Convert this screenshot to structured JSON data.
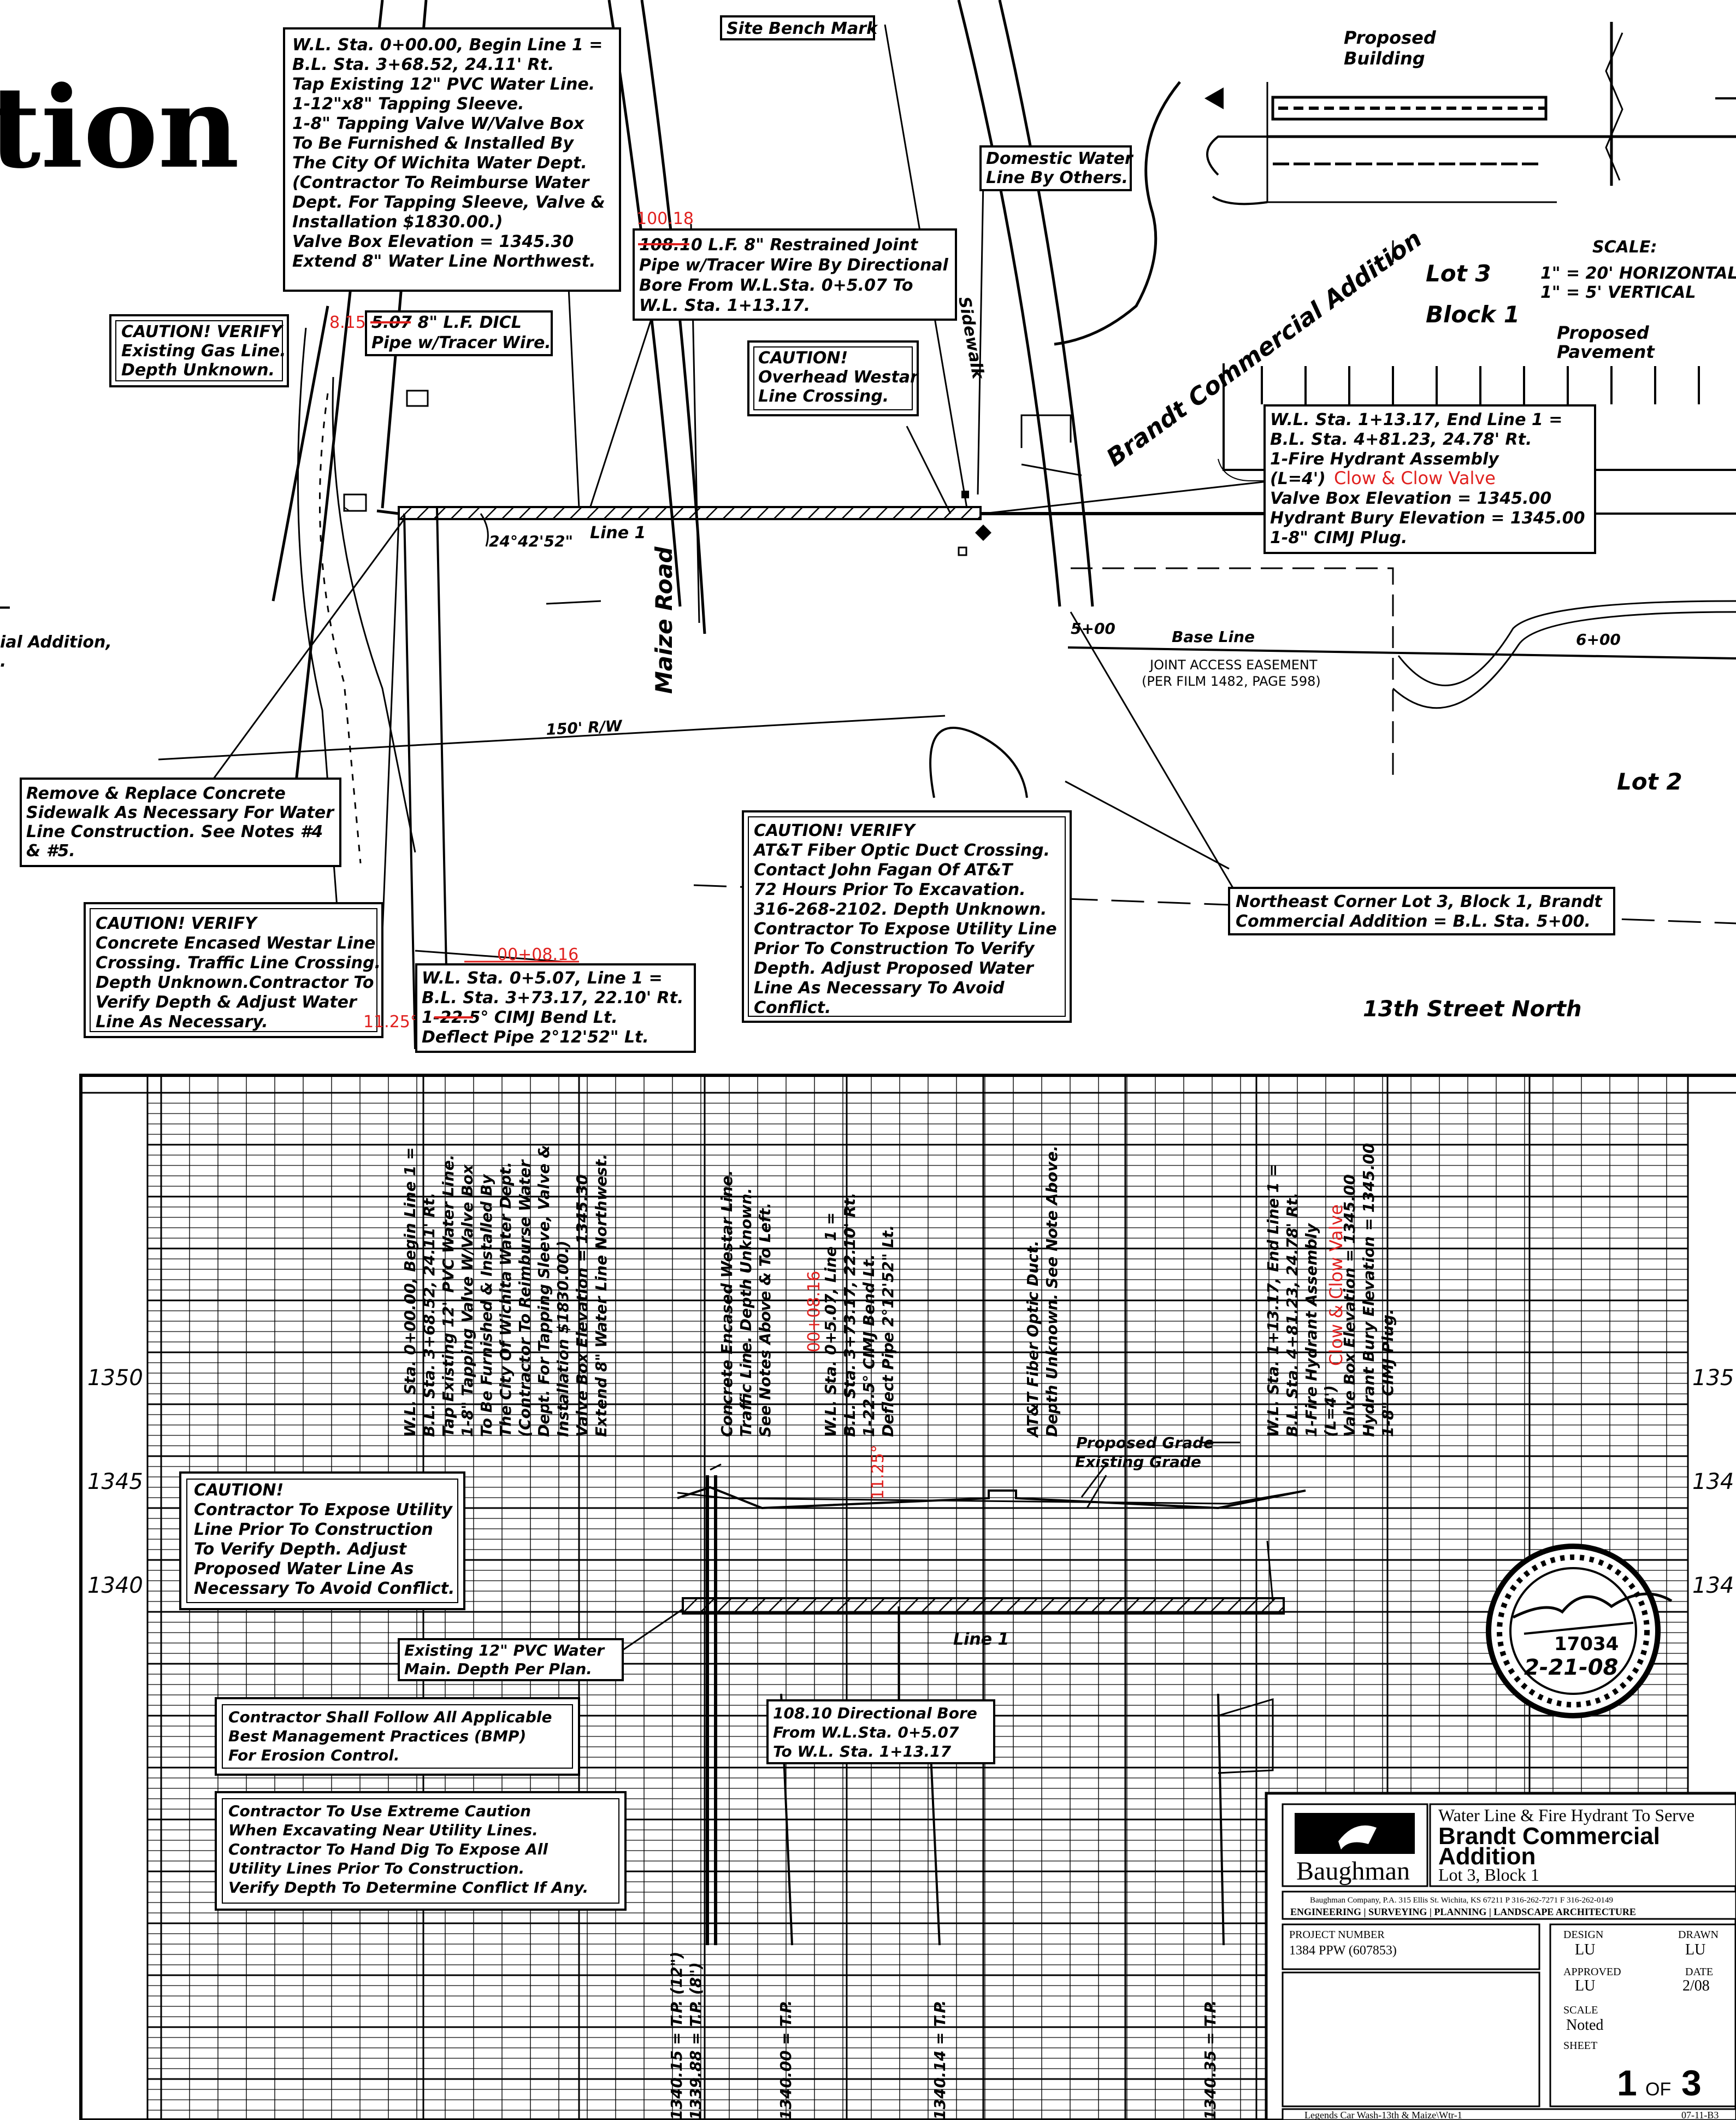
{
  "title_fragment": "tion",
  "notes": {
    "line1_begin": [
      "W.L. Sta. 0+00.00, Begin Line 1 =",
      "B.L. Sta. 3+68.52, 24.11' Rt.",
      "Tap Existing 12\" PVC Water Line.",
      "1-12\"x8\" Tapping Sleeve.",
      "1-8\" Tapping Valve W/Valve Box",
      "To Be Furnished & Installed By",
      "The City Of Wichita Water Dept.",
      "(Contractor To Reimburse Water",
      "Dept. For Tapping Sleeve, Valve &",
      "Installation $1830.00.)",
      "Valve Box Elevation = 1345.30",
      "Extend 8\" Water Line Northwest."
    ],
    "site_bench_mark": "Site Bench Mark",
    "domestic_water": [
      "Domestic Water",
      "Line By Others."
    ],
    "restrained_joint": [
      "108.10 L.F. 8\" Restrained Joint",
      "Pipe w/Tracer Wire By Directional",
      "Bore From W.L.Sta. 0+5.07 To",
      "W.L. Sta. 1+13.17."
    ],
    "restrained_joint_revision": "100.18",
    "restrained_joint_struck": "108.10",
    "dicl": [
      "5.07 8\" L.F. DICL",
      "Pipe w/Tracer Wire."
    ],
    "dicl_revision": "8.15",
    "caution_gas": [
      "CAUTION! VERIFY",
      "Existing Gas Line.",
      "Depth Unknown."
    ],
    "caution_overhead": [
      "CAUTION!",
      "Overhead Westar",
      "Line Crossing."
    ],
    "line1_end": [
      "W.L. Sta. 1+13.17, End Line 1 =",
      "B.L. Sta. 4+81.23, 24.78' Rt.",
      "1-Fire Hydrant Assembly",
      "(L=4')",
      "Valve Box Elevation = 1345.00",
      "Hydrant Bury Elevation = 1345.00",
      "1-8\" CIMJ Plug."
    ],
    "hydrant_revision": "Clow & Clow Valve",
    "remove_replace": [
      "Remove & Replace Concrete",
      "Sidewalk As Necessary For Water",
      "Line Construction. See Notes #4",
      "& #5."
    ],
    "caution_westar": [
      "CAUTION! VERIFY",
      "Concrete Encased Westar Line",
      "Crossing. Traffic Line Crossing.",
      "Depth Unknown.Contractor To",
      "Verify Depth & Adjust Water",
      "Line As Necessary."
    ],
    "bend": [
      "W.L. Sta. 0+5.07, Line 1 =",
      "B.L. Sta. 3+73.17, 22.10' Rt.",
      "1-22.5° CIMJ Bend Lt.",
      "Deflect Pipe 2°12'52\" Lt."
    ],
    "bend_revision_sta": "00+08.16",
    "bend_revision_angle": "11.25°",
    "caution_att": [
      "CAUTION! VERIFY",
      "AT&T Fiber Optic Duct Crossing.",
      "Contact John Fagan Of AT&T",
      "72 Hours Prior To Excavation.",
      "316-268-2102. Depth Unknown.",
      "Contractor To Expose Utility Line",
      "Prior To Construction To Verify",
      "Depth. Adjust Proposed Water",
      "Line As Necessary To Avoid",
      "Conflict."
    ],
    "ne_corner": [
      "Northeast Corner Lot 3, Block 1, Brandt",
      "Commercial Addition = B.L. Sta. 5+00."
    ],
    "left_edge": [
      "ial Addition,",
      "."
    ]
  },
  "labels": {
    "proposed_building": [
      "Proposed",
      "Building"
    ],
    "lot3": "Lot 3",
    "block1": "Block 1",
    "lot2": "Lot 2",
    "proposed_pavement": [
      "Proposed",
      "Pavement"
    ],
    "brandt": "Brandt Commercial Addition",
    "sidewalk": "Sidewalk",
    "maize_road": "Maize Road",
    "line1": "Line 1",
    "angle": "24°42'52\"",
    "base_line": "Base Line",
    "sta_500": "5+00",
    "sta_600": "6+00",
    "joint_access": [
      "JOINT ACCESS EASEMENT",
      "(PER FILM 1482, PAGE 598)"
    ],
    "row": "150' R/W",
    "street": "13th Street North",
    "scale": [
      "SCALE:",
      "1\" = 20' HORIZONTAL",
      "1\" = 5' VERTICAL"
    ]
  },
  "profile": {
    "elevations": [
      "1350",
      "1345",
      "1340"
    ],
    "elevations_right": [
      "135",
      "134",
      "134"
    ],
    "vertical_notes": {
      "begin": [
        "W.L. Sta. 0+00.00, Begin Line 1 =",
        "B.L. Sta. 3+68.52, 24.11' Rt.",
        "Tap Existing 12\" PVC Water Line.",
        "1-8\" Tapping Valve W/Valve Box",
        "To Be Furnished & Installed By",
        "The City Of Wichita Water Dept.",
        "(Contractor To Reimburse Water",
        "Dept. For Tapping Sleeve, Valve &",
        "Installation $1830.00.)",
        "Valve Box Elevation = 1345.30",
        "Extend 8\" Water Line Northwest."
      ],
      "westar": [
        "Concrete Encased Westar Line.",
        "Traffic Line. Depth Unknown.",
        "See Notes Above & To Left."
      ],
      "bend": [
        "W.L. Sta. 0+5.07, Line 1 =",
        "B.L. Sta. 3+73.17, 22.10' Rt.",
        "1-22.5° CIMJ Bend Lt.",
        "Deflect Pipe 2°12'52\" Lt."
      ],
      "att": [
        "AT&T Fiber Optic Duct.",
        "Depth Unknown. See Note Above."
      ],
      "end": [
        "W.L. Sta. 1+13.17, End Line 1 =",
        "B.L. Sta. 4+81.23, 24.78' Rt.",
        "1-Fire Hydrant Assembly",
        "(L=4')",
        "Valve Box Elevation = 1345.00",
        "Hydrant Bury Elevation = 1345.00",
        "1-8\" CIMJ Plug."
      ]
    },
    "revision_sta": "00+08.16",
    "revision_angle": "11.25°",
    "revision_hydrant": "Clow & Clow Valve",
    "grade": [
      "Proposed Grade",
      "Existing Grade"
    ],
    "caution": [
      "CAUTION!",
      "Contractor To Expose Utility",
      "Line Prior To Construction",
      "To Verify Depth. Adjust",
      "Proposed Water Line As",
      "Necessary To Avoid Conflict."
    ],
    "existing_main": [
      "Existing 12\" PVC Water",
      "Main. Depth Per Plan."
    ],
    "bmp": [
      "Contractor Shall Follow All Applicable",
      "Best Management Practices (BMP)",
      "For Erosion Control."
    ],
    "extreme": [
      "Contractor To Use Extreme Caution",
      "When Excavating Near Utility Lines.",
      "Contractor To Hand Dig To Expose All",
      "Utility Lines Prior To Construction.",
      "Verify Depth To Determine Conflict If Any."
    ],
    "bore": [
      "108.10 Directional Bore",
      "From W.L.Sta. 0+5.07",
      "To W.L. Sta. 1+13.17"
    ],
    "line1": "Line 1",
    "tp": [
      "1340.15 = T.P. (12\")",
      "1339.88 = T.P. (8\")",
      "1340.00 = T.P.",
      "1340.14 = T.P.",
      "1340.35 = T.P."
    ]
  },
  "seal": {
    "number": "17034",
    "date": "2-21-08"
  },
  "title_block": {
    "firm": "Baughman",
    "project_line1": "Water Line & Fire Hydrant To Serve",
    "project_line2": "Brandt Commercial",
    "project_line3": "Addition",
    "project_line4": "Lot 3, Block 1",
    "address": "Baughman Company, P.A.   315 Ellis St.  Wichita, KS 67211   P 316-262-7271   F 316-262-0149",
    "disciplines": "ENGINEERING  |  SURVEYING  |  PLANNING  |  LANDSCAPE ARCHITECTURE",
    "project_number_label": "PROJECT NUMBER",
    "project_number": "1384 PPW (607853)",
    "design_label": "DESIGN",
    "design": "LU",
    "drawn_label": "DRAWN",
    "drawn": "LU",
    "approved_label": "APPROVED",
    "approved": "LU",
    "date_label": "DATE",
    "date": "2/08",
    "scale_label": "SCALE",
    "scale": "Noted",
    "sheet_label": "SHEET",
    "sheet_num": "1",
    "sheet_of": "OF",
    "sheet_total": "3",
    "footer_left": "Legends Car Wash-13th & Maize\\Wtr-1",
    "footer_right": "07-11-B3"
  }
}
